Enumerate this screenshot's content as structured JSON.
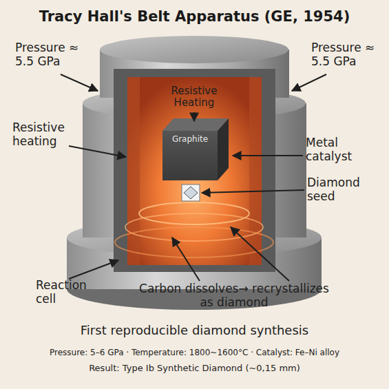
{
  "diagram": {
    "title": "Tracy Hall's Belt Apparatus (GE, 1954)",
    "caption": "First reproducible diamond synthesis",
    "nodes": [
      {
        "text": [
          "Graphite"
        ]
      }
    ],
    "labels": [
      "Pressure ≈ 5.5 GPa",
      "Pressure ≈ 5.5 GPa",
      "Resistive Heating",
      "Resistive heating",
      "Metal catalyst",
      "Diamond seed",
      "Reaction cell",
      "Carbon dissolves→ recrystallizes as diamond",
      "Pressure: 5–6 GPa · Temperature: 1800~1600°C · Catalyst: Fe–Ni alloy",
      "Result: Type Ib Synthetic Diamond (~0,15 mm)"
    ]
  }
}
